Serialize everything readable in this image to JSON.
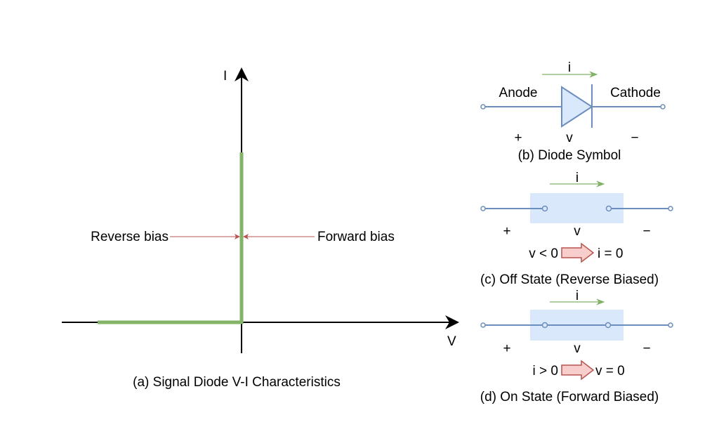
{
  "vi_plot": {
    "y_axis_label": "I",
    "x_axis_label": "V",
    "reverse_label": "Reverse bias",
    "forward_label": "Forward bias",
    "caption": "(a) Signal Diode V-I Characteristics"
  },
  "diode_symbol": {
    "current": "i",
    "anode": "Anode",
    "cathode": "Cathode",
    "plus": "+",
    "voltage": "v",
    "minus": "−",
    "caption": "(b) Diode Symbol"
  },
  "off_state": {
    "current": "i",
    "plus": "+",
    "voltage": "v",
    "minus": "−",
    "condition": "v < 0",
    "result": "i = 0",
    "caption": "(c) Off State (Reverse Biased)"
  },
  "on_state": {
    "current": "i",
    "plus": "+",
    "voltage": "v",
    "minus": "−",
    "condition": "i > 0",
    "result": "v = 0",
    "caption": "(d) On State (Forward Biased)"
  },
  "colors": {
    "curve": "#82b366",
    "circuit": "#6c8ebf",
    "box_fill": "#dae8fc",
    "annotation": "#b85450",
    "arrow_fill": "#f8cecc"
  }
}
